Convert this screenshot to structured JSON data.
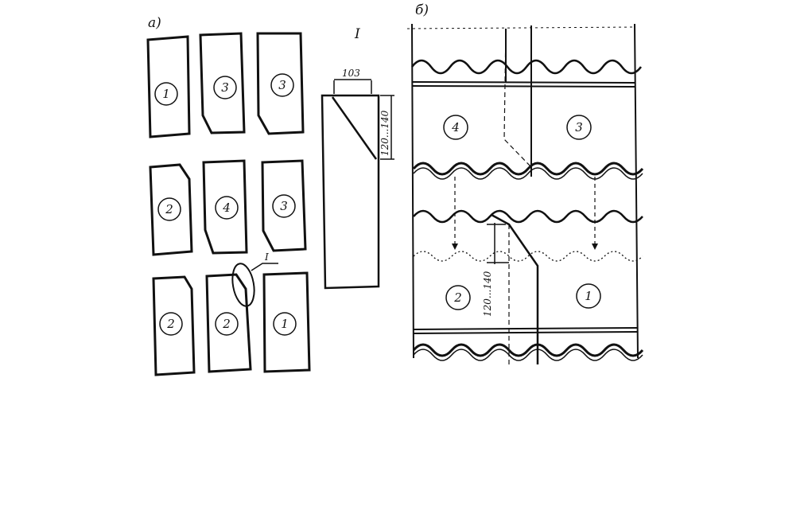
{
  "panel_labels": {
    "left": "а)",
    "right": "б)"
  },
  "detail": {
    "callout": "I",
    "title": "I",
    "width_dim": "103",
    "height_dim": "120...140"
  },
  "grid_sheets": [
    [
      "1",
      "3",
      "3"
    ],
    [
      "2",
      "4",
      "3"
    ],
    [
      "2",
      "2",
      "1"
    ]
  ],
  "layout_sheets": {
    "top_left": "4",
    "top_right": "3",
    "bottom_left": "2",
    "bottom_right": "1"
  },
  "layout_dim": "120...140",
  "colors": {
    "ink": "#111111",
    "background": "#ffffff"
  }
}
